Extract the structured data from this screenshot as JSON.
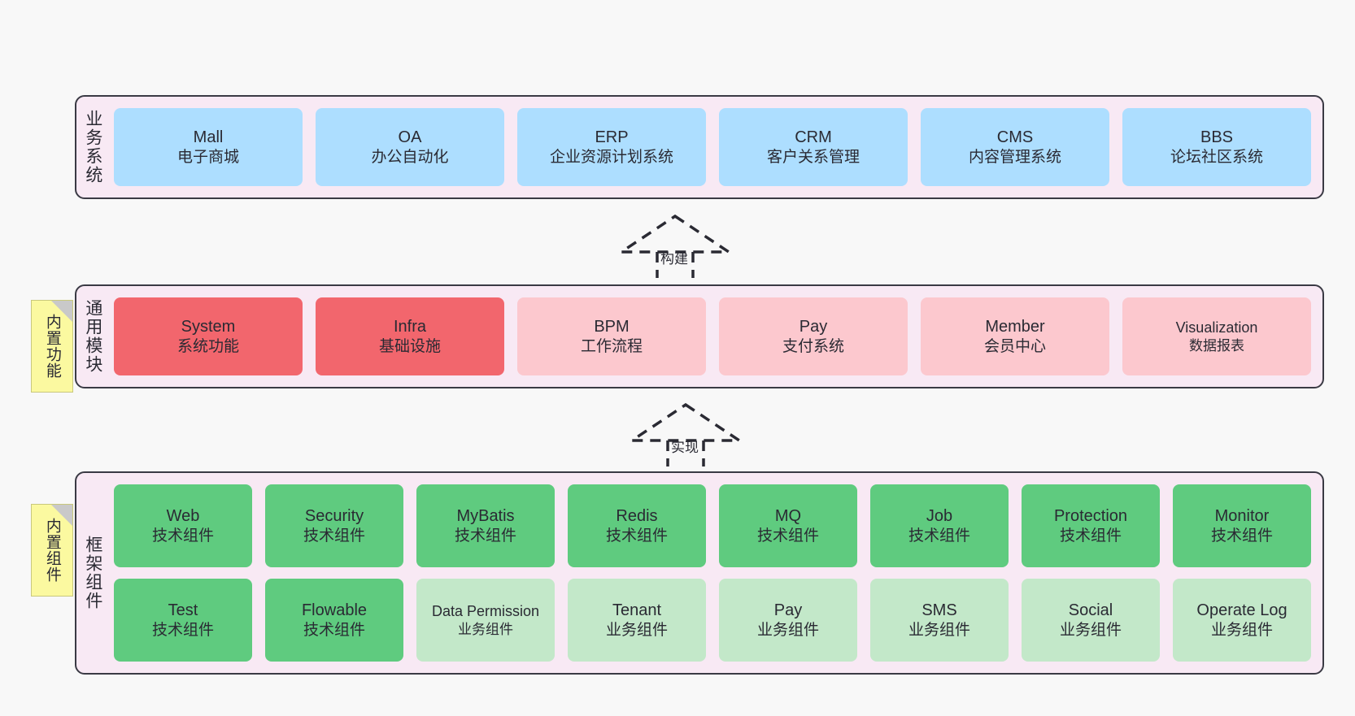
{
  "canvas": {
    "background": "#f8f8f8",
    "panel_fill": "#f8e9f4",
    "panel_border": "#3a3a44",
    "note_fill": "#fbf9a0",
    "note_fold": "#c9c9c9"
  },
  "sections": {
    "business": {
      "label": "业务系统",
      "cards": [
        {
          "title": "Mall",
          "subtitle": "电子商城",
          "color": "#addeff"
        },
        {
          "title": "OA",
          "subtitle": "办公自动化",
          "color": "#addeff"
        },
        {
          "title": "ERP",
          "subtitle": "企业资源计划系统",
          "color": "#addeff"
        },
        {
          "title": "CRM",
          "subtitle": "客户关系管理",
          "color": "#addeff"
        },
        {
          "title": "CMS",
          "subtitle": "内容管理系统",
          "color": "#addeff"
        },
        {
          "title": "BBS",
          "subtitle": "论坛社区系统",
          "color": "#addeff"
        }
      ]
    },
    "common": {
      "label": "通用模块",
      "note": "内置功能",
      "cards": [
        {
          "title": "System",
          "subtitle": "系统功能",
          "color": "#f2666d"
        },
        {
          "title": "Infra",
          "subtitle": "基础设施",
          "color": "#f2666d"
        },
        {
          "title": "BPM",
          "subtitle": "工作流程",
          "color": "#fcc8ce"
        },
        {
          "title": "Pay",
          "subtitle": "支付系统",
          "color": "#fcc8ce"
        },
        {
          "title": "Member",
          "subtitle": "会员中心",
          "color": "#fcc8ce"
        },
        {
          "title": "Visualization",
          "subtitle": "数据报表",
          "color": "#fcc8ce"
        }
      ]
    },
    "framework": {
      "label": "框架组件",
      "note": "内置组件",
      "cards": [
        {
          "title": "Web",
          "subtitle": "技术组件",
          "color": "#5fcb7f"
        },
        {
          "title": "Security",
          "subtitle": "技术组件",
          "color": "#5fcb7f"
        },
        {
          "title": "MyBatis",
          "subtitle": "技术组件",
          "color": "#5fcb7f"
        },
        {
          "title": "Redis",
          "subtitle": "技术组件",
          "color": "#5fcb7f"
        },
        {
          "title": "MQ",
          "subtitle": "技术组件",
          "color": "#5fcb7f"
        },
        {
          "title": "Job",
          "subtitle": "技术组件",
          "color": "#5fcb7f"
        },
        {
          "title": "Protection",
          "subtitle": "技术组件",
          "color": "#5fcb7f"
        },
        {
          "title": "Monitor",
          "subtitle": "技术组件",
          "color": "#5fcb7f"
        },
        {
          "title": "Test",
          "subtitle": "技术组件",
          "color": "#5fcb7f"
        },
        {
          "title": "Flowable",
          "subtitle": "技术组件",
          "color": "#5fcb7f"
        },
        {
          "title": "Data Permission",
          "subtitle": "业务组件",
          "color": "#c3e8c9"
        },
        {
          "title": "Tenant",
          "subtitle": "业务组件",
          "color": "#c3e8c9"
        },
        {
          "title": "Pay",
          "subtitle": "业务组件",
          "color": "#c3e8c9"
        },
        {
          "title": "SMS",
          "subtitle": "业务组件",
          "color": "#c3e8c9"
        },
        {
          "title": "Social",
          "subtitle": "业务组件",
          "color": "#c3e8c9"
        },
        {
          "title": "Operate Log",
          "subtitle": "业务组件",
          "color": "#c3e8c9"
        }
      ]
    }
  },
  "connectors": [
    {
      "label": "构建",
      "style": "dashed-generalization"
    },
    {
      "label": "实现",
      "style": "dashed-generalization"
    }
  ]
}
